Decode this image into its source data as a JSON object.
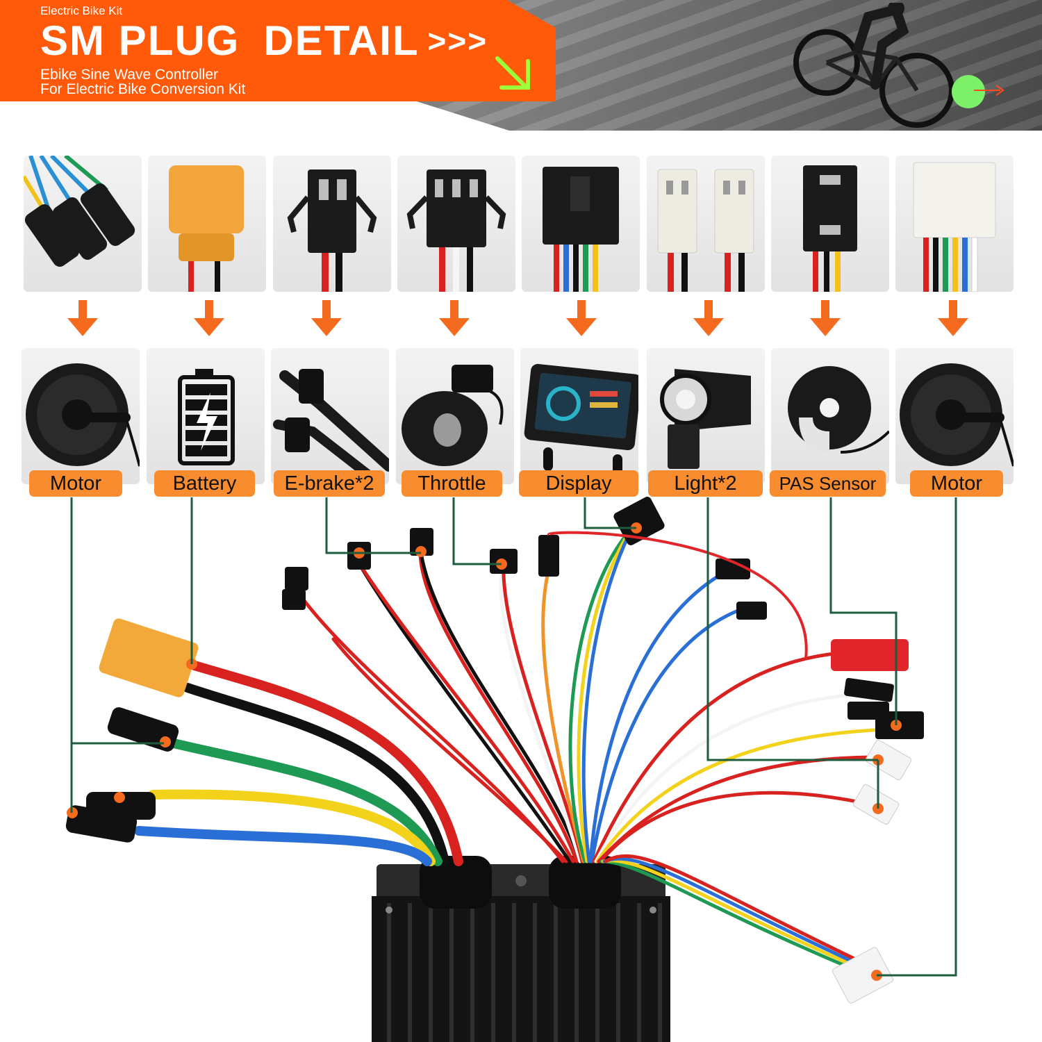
{
  "header": {
    "kit_label": "Electric Bike Kit",
    "title_part1": "SM PLUG",
    "title_part2": "DETAIL",
    "title_chevrons": ">>>",
    "subtitle_line1": "Ebike Sine Wave Controller",
    "subtitle_line2": "For Electric Bike Conversion Kit"
  },
  "components": [
    {
      "id": "motor-1",
      "label": "Motor"
    },
    {
      "id": "battery",
      "label": "Battery"
    },
    {
      "id": "ebrake",
      "label": "E-brake*2"
    },
    {
      "id": "throttle",
      "label": "Throttle"
    },
    {
      "id": "display",
      "label": "Display"
    },
    {
      "id": "light",
      "label": "Light*2"
    },
    {
      "id": "pas-sensor",
      "label": "PAS Sensor"
    },
    {
      "id": "motor-2",
      "label": "Motor"
    }
  ],
  "colors": {
    "header_orange": "#ff5a0a",
    "label_orange": "#f98c2f",
    "arrow_orange": "#f46a1f",
    "connector_line": "#1d5c3c",
    "accent_green": "#7df06a"
  }
}
